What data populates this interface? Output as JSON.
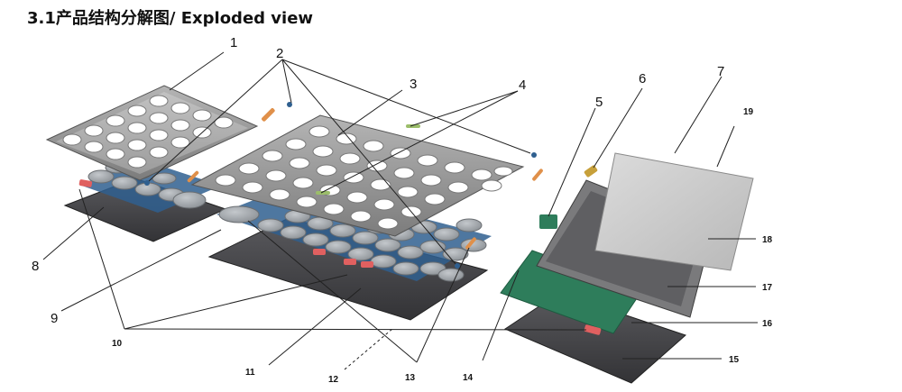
{
  "title": "3.1产品结构分解图/ Exploded view",
  "callouts": {
    "c1": "1",
    "c2": "2",
    "c3": "3",
    "c4": "4",
    "c5": "5",
    "c6": "6",
    "c7": "7",
    "c8": "8",
    "c9": "9",
    "c10": "10",
    "c11": "11",
    "c12": "12",
    "c13": "13",
    "c14": "14",
    "c15": "15",
    "c16": "16",
    "c17": "17",
    "c18": "18",
    "c19": "19"
  },
  "colors": {
    "frame": "#9a9a9a",
    "frame_dark": "#6e6e6e",
    "cell": "#a8adb3",
    "pcb_blue": "#2f5f8f",
    "base_plate": "#4a4a4e",
    "green_pcb": "#2e7d5b",
    "lid": "#c9c9c9",
    "tray": "#7a7a7c",
    "tab_red": "#e06060",
    "pin_orange": "#e0904a"
  }
}
